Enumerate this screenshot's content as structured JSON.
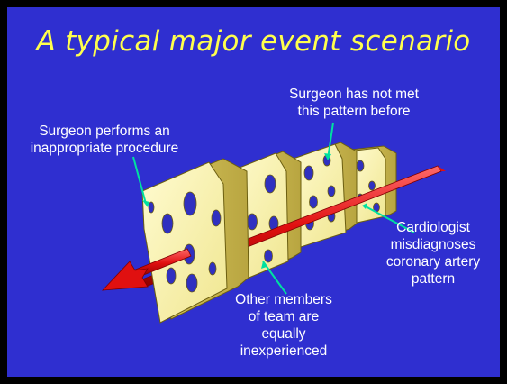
{
  "slide": {
    "title": "A typical major event scenario",
    "background_color": "#2f2fd0",
    "title_color": "#ffff4d"
  },
  "labels": {
    "surgeon_procedure": "Surgeon performs an\ninappropriate procedure",
    "surgeon_pattern": "Surgeon has not met\nthis pattern before",
    "cardiologist": "Cardiologist\nmisdiagnoses\ncoronary artery\npattern",
    "team": "Other members\nof team are\nequally\ninexperienced"
  },
  "diagram": {
    "type": "swiss-cheese-model",
    "slices": 4,
    "cheese_color": "#f7f0a0",
    "arrow_color": "#e01010",
    "pointer_color": "#00e0a0"
  }
}
